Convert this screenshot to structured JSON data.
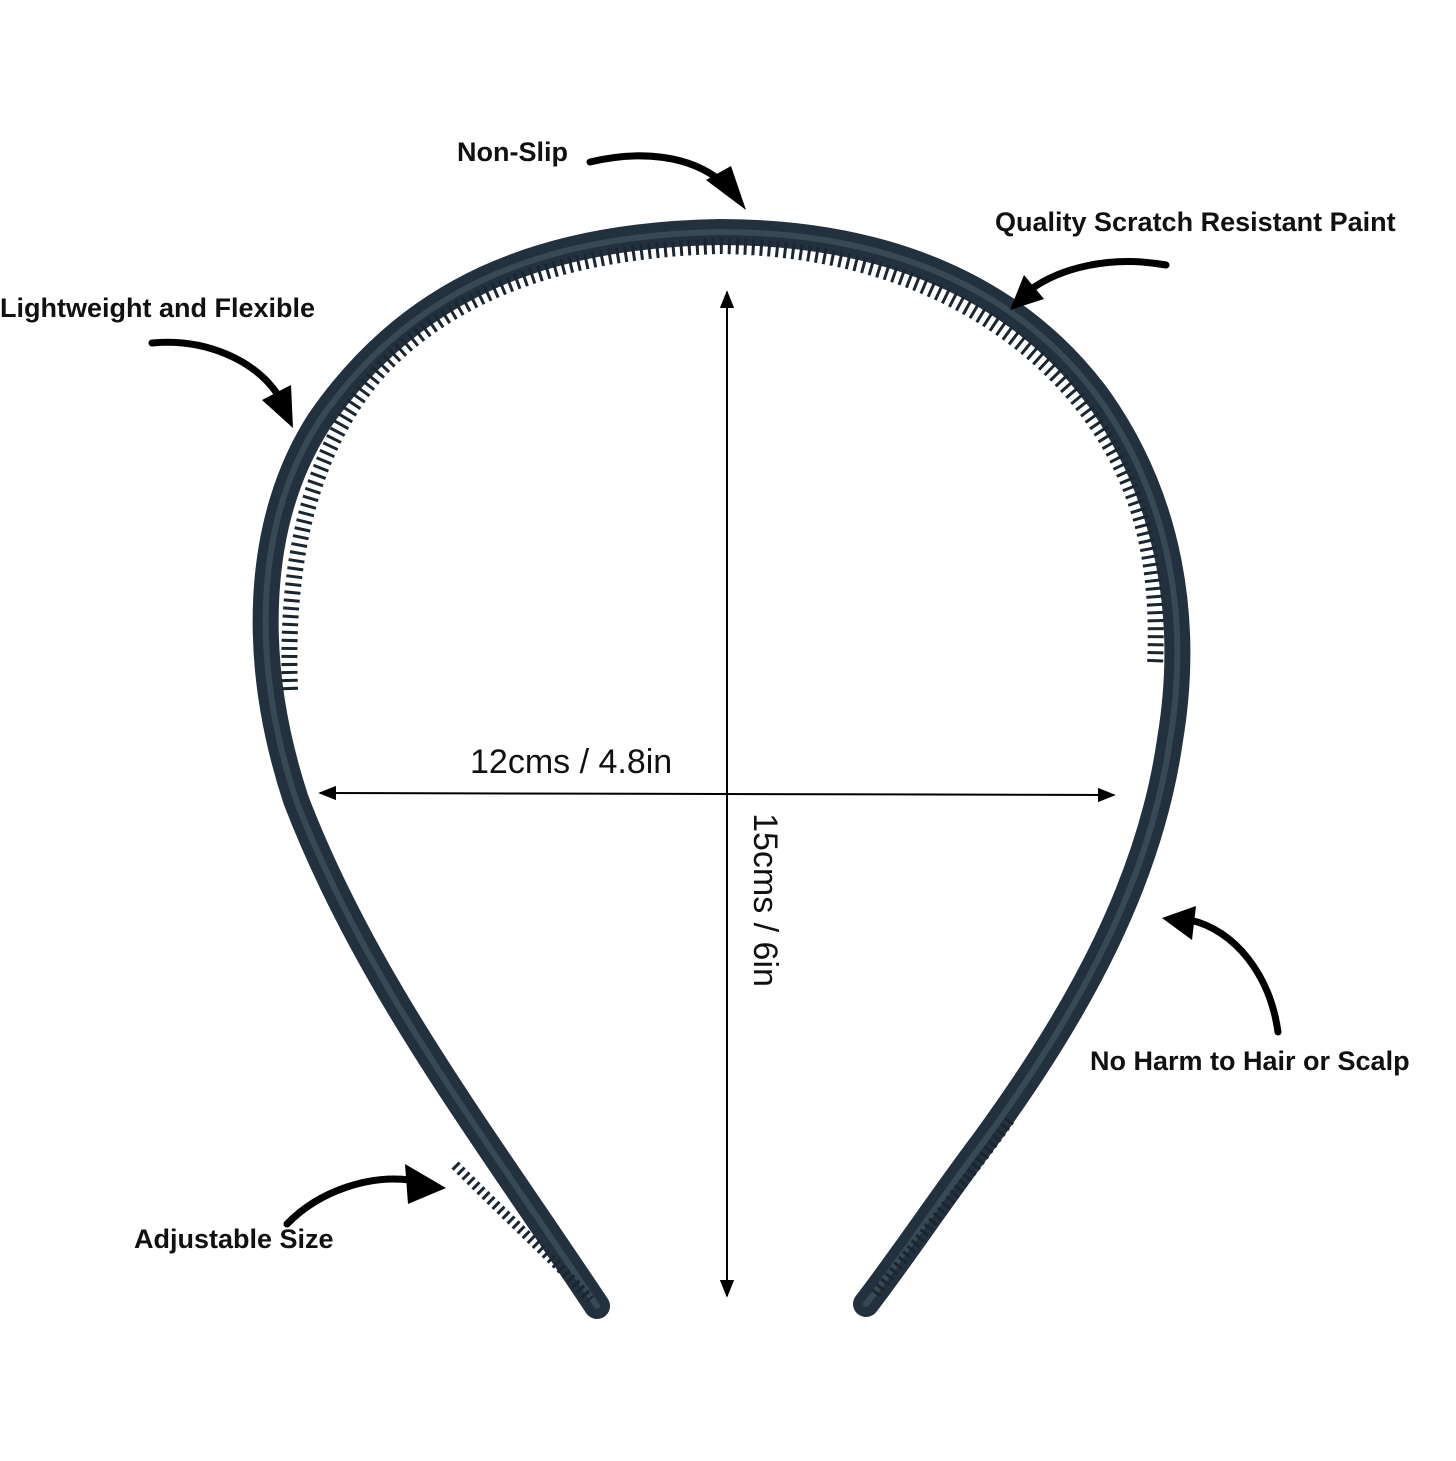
{
  "features": {
    "non_slip": "Non-Slip",
    "scratch_resistant": "Quality Scratch Resistant Paint",
    "lightweight": "Lightweight and Flexible",
    "no_harm": "No Harm to Hair or Scalp",
    "adjustable": "Adjustable Size"
  },
  "dimensions": {
    "width": "12cms / 4.8in",
    "height": "15cms / 6in"
  },
  "colors": {
    "background": "#ffffff",
    "headband": "#22313d",
    "headband_highlight": "#4a5d6b",
    "teeth": "#1b2630",
    "arrow": "#000000",
    "text": "#111111"
  }
}
